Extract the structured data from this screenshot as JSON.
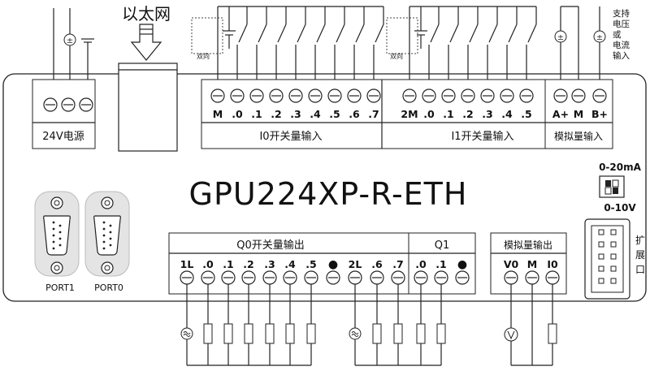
{
  "top": {
    "ethernet_label": "以太网",
    "bidirectional_label": "双向",
    "analog_support_lines": [
      "支持",
      "电压",
      "或",
      "电流",
      "输入"
    ]
  },
  "panels": {
    "power_label": "24V电源",
    "i0_label": "I0开关量输入",
    "i1_label": "I1开关量输入",
    "analog_in_label": "模拟量输入",
    "q0_label": "Q0开关量输出",
    "q1_label": "Q1",
    "analog_out_label": "模拟量输出",
    "expansion_lines": [
      "扩",
      "展",
      "口"
    ]
  },
  "model": "GPU224XP-R-ETH",
  "dip": {
    "current_label": "0-20mA",
    "voltage_label": "0-10V"
  },
  "ports": {
    "port1": "PORT1",
    "port0": "PORT0"
  },
  "pins": {
    "i0": [
      "M",
      ".0",
      ".1",
      ".2",
      ".3",
      ".4",
      ".5",
      ".6",
      ".7"
    ],
    "i1": [
      "2M",
      ".0",
      ".1",
      ".2",
      ".3",
      ".4",
      ".5"
    ],
    "ai": [
      "A+",
      "M",
      "B+"
    ],
    "q0": [
      "1L",
      ".0",
      ".1",
      ".2",
      ".3",
      ".4",
      ".5",
      "●",
      "2L",
      ".6",
      ".7"
    ],
    "q1": [
      ".0",
      ".1",
      "●"
    ],
    "ao": [
      "V0",
      "M",
      "I0"
    ]
  }
}
